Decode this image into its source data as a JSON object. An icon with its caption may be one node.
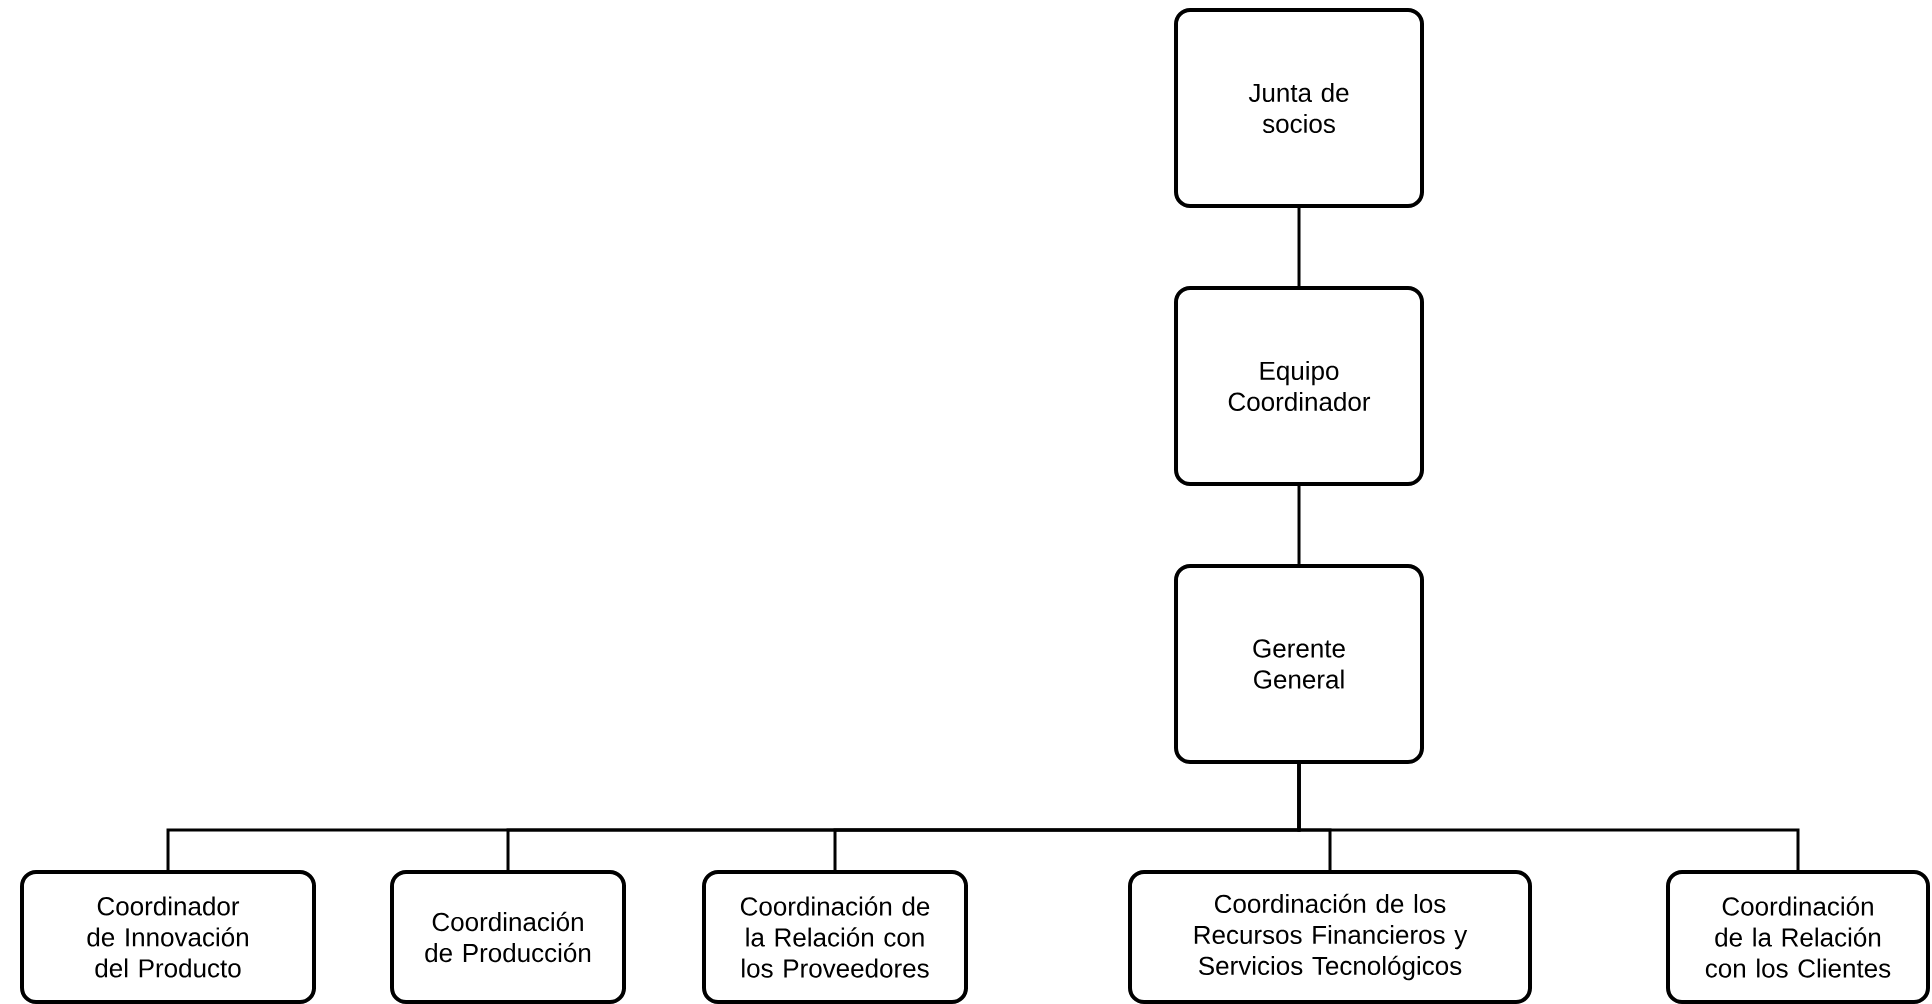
{
  "diagram": {
    "nodes": [
      {
        "text": [
          "Junta de socios"
        ]
      },
      {
        "text": [
          "Equipo Coordinador"
        ]
      },
      {
        "text": [
          "Gerente General"
        ]
      },
      {
        "text": [
          "Coordinador de Innovación del Producto"
        ]
      },
      {
        "text": [
          "Coordinación de Producción"
        ]
      },
      {
        "text": [
          "Coordinación de la Relación con los Proveedores"
        ]
      },
      {
        "text": [
          "Coordinación de los Recursos Financieros y Servicios Tecnológicos"
        ]
      },
      {
        "text": [
          "Coordinación de la Relación con los Clientes"
        ]
      }
    ],
    "edges": [
      {
        "from": 0,
        "to": 1,
        "arrow": "none"
      },
      {
        "from": 1,
        "to": 2,
        "arrow": "none"
      },
      {
        "from": 2,
        "to": 3,
        "arrow": "none"
      },
      {
        "from": 2,
        "to": 4,
        "arrow": "none"
      },
      {
        "from": 2,
        "to": 5,
        "arrow": "none"
      },
      {
        "from": 2,
        "to": 6,
        "arrow": "none"
      },
      {
        "from": 2,
        "to": 7,
        "arrow": "none"
      }
    ]
  }
}
